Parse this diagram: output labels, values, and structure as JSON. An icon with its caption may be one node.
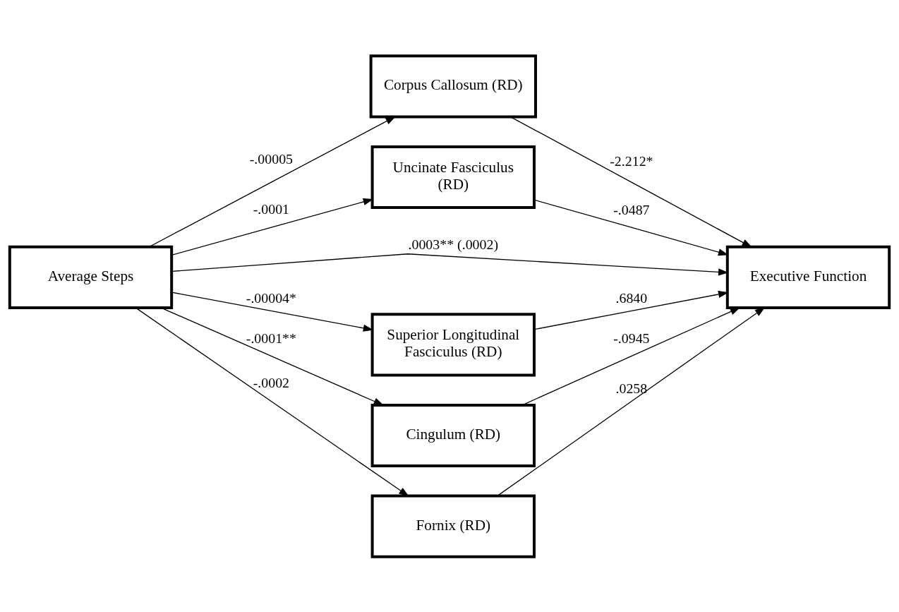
{
  "diagram": {
    "nodes": [
      {
        "text": [
          "Average Steps"
        ]
      },
      {
        "text": [
          "Corpus Callosum (RD)"
        ]
      },
      {
        "text": [
          "Uncinate Fasciculus (RD)"
        ]
      },
      {
        "text": [
          "Superior Longitudinal Fasciculus (RD)"
        ]
      },
      {
        "text": [
          "Cingulum (RD)"
        ]
      },
      {
        "text": [
          "Fornix (RD)"
        ]
      },
      {
        "text": [
          "Executive Function"
        ]
      }
    ],
    "edges": [
      {
        "from": 0,
        "to": 1,
        "arrow": "to",
        "label": "-.00005"
      },
      {
        "from": 0,
        "to": 2,
        "arrow": "to",
        "label": "-.0001"
      },
      {
        "from": 0,
        "to": 6,
        "arrow": "to",
        "label": ".0003** (.0002)"
      },
      {
        "from": 0,
        "to": 3,
        "arrow": "to",
        "label": "-.00004*"
      },
      {
        "from": 0,
        "to": 4,
        "arrow": "to",
        "label": "-.0001**"
      },
      {
        "from": 0,
        "to": 5,
        "arrow": "to",
        "label": "-.0002"
      },
      {
        "from": 1,
        "to": 6,
        "arrow": "to",
        "label": "-2.212*"
      },
      {
        "from": 2,
        "to": 6,
        "arrow": "to",
        "label": "-.0487"
      },
      {
        "from": 3,
        "to": 6,
        "arrow": "to",
        "label": ".6840"
      },
      {
        "from": 4,
        "to": 6,
        "arrow": "to",
        "label": "-.0945"
      },
      {
        "from": 5,
        "to": 6,
        "arrow": "to",
        "label": ".0258"
      }
    ]
  }
}
